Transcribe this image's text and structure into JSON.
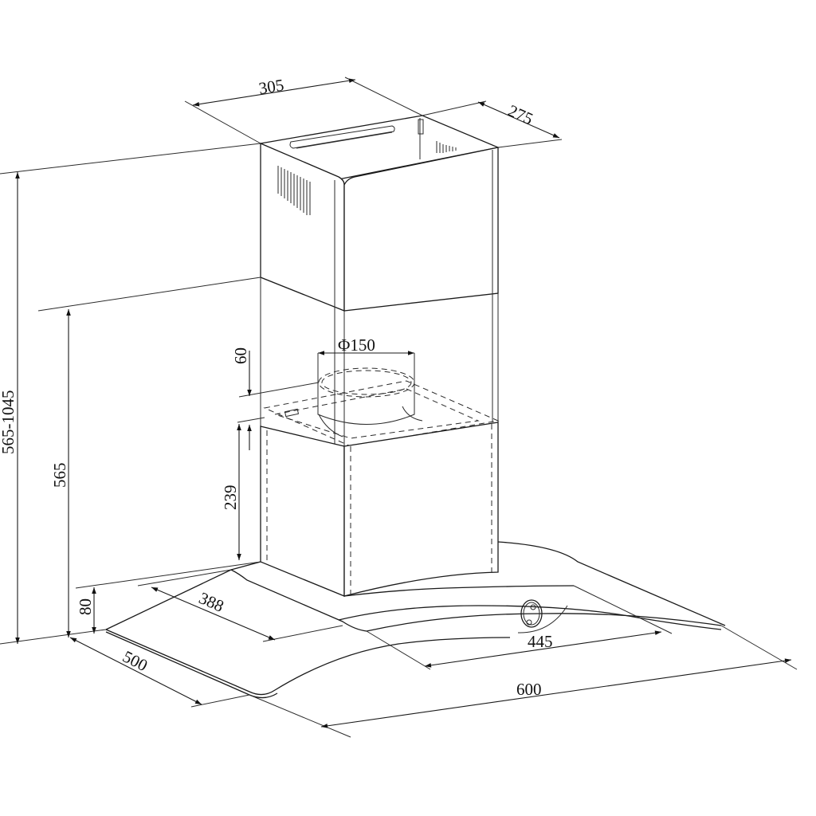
{
  "drawing": {
    "title": "Chimney cooker hood dimension drawing",
    "units": "mm",
    "colors": {
      "line": "#1a1a1a",
      "background": "#ffffff"
    }
  },
  "dimensions": {
    "chimney_width": "305",
    "chimney_depth": "275",
    "total_height_range": "565-1045",
    "hood_height": "565",
    "outlet_height": "60",
    "outlet_diameter": "Φ150",
    "body_height": "239",
    "glass_height": "80",
    "inner_depth": "388",
    "canopy_depth": "500",
    "inner_width": "445",
    "canopy_width": "600"
  }
}
